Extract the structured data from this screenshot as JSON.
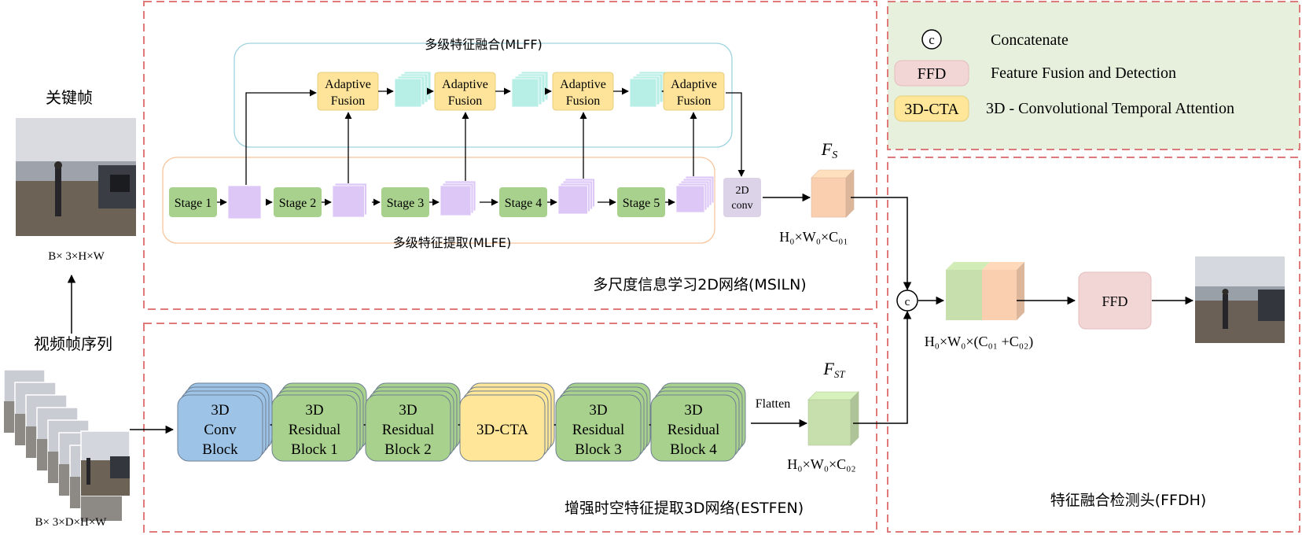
{
  "legend": {
    "concat_symbol": "c",
    "concat_label": "Concatenate",
    "ffd_tag": "FFD",
    "ffd_label": "Feature Fusion and  Detection",
    "cta_tag": "3D-CTA",
    "cta_label": "3D - Convolutional Temporal Attention"
  },
  "left": {
    "keyframe_title": "关键帧",
    "keyframe_dims": "B× 3×H×W",
    "sequence_title": "视频帧序列",
    "sequence_dims": "B× 3×D×H×W"
  },
  "msiln": {
    "title": "多尺度信息学习2D网络(MSILN)",
    "mlff_title": "多级特征融合(MLFF)",
    "mlfe_title": "多级特征提取(MLFE)",
    "fusion_line1": "Adaptive",
    "fusion_line2": "Fusion",
    "stages": [
      "Stage 1",
      "Stage 2",
      "Stage 3",
      "Stage 4",
      "Stage 5"
    ],
    "conv_line1": "2D",
    "conv_line2": "conv",
    "fs_main": "F",
    "fs_sub": "S",
    "fs_dims": "H₀×W₀×C₀₁"
  },
  "estfen": {
    "title": "增强时空特征提取3D网络(ESTFEN)",
    "blocks": [
      {
        "lines": [
          "3D",
          "Conv",
          "Block"
        ]
      },
      {
        "lines": [
          "3D",
          "Residual",
          "Block 1"
        ]
      },
      {
        "lines": [
          "3D",
          "Residual",
          "Block 2"
        ]
      },
      {
        "lines": [
          "3D-CTA"
        ]
      },
      {
        "lines": [
          "3D",
          "Residual",
          "Block 3"
        ]
      },
      {
        "lines": [
          "3D",
          "Residual",
          "Block 4"
        ]
      }
    ],
    "flatten_label": "Flatten",
    "fst_main": "F",
    "fst_sub": "ST",
    "fst_dims": "H₀×W₀×C₀₂"
  },
  "ffdh": {
    "title": "特征融合检测头(FFDH)",
    "concat_symbol": "c",
    "concat_dims": "H₀×W₀×(C₀₁ +C₀₂)",
    "ffd_label": "FFD"
  },
  "colors": {
    "dashed_border": "#e07a7a",
    "legend_bg": "#e7f0dd",
    "fusion_fill": "#fde49a",
    "stage_fill": "#a9d18e",
    "feature_purple": "#dcc7f7",
    "feature_cyan": "#b7eee6",
    "conv2d_fill": "#dcd3e8",
    "fs_orange": "#f9cfb0",
    "fst_green": "#c6dfad",
    "conv_block_blue": "#9dc3e6",
    "res_block_green": "#a9d18e",
    "cta_yellow": "#ffe699",
    "ffd_pink": "#f2d6d6"
  }
}
